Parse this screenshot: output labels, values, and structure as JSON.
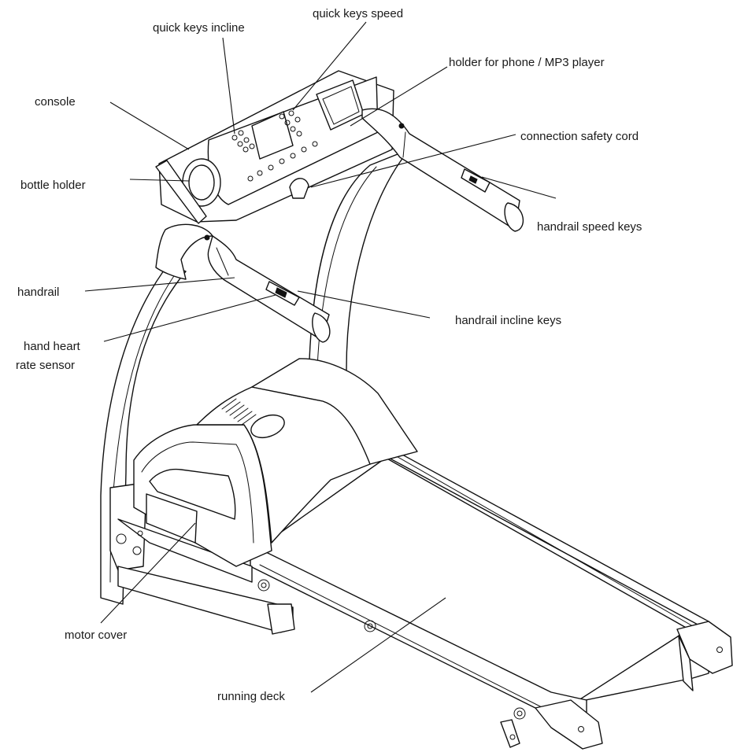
{
  "labels": {
    "quick_keys_incline": "quick keys incline",
    "quick_keys_speed": "quick keys speed",
    "holder_phone": "holder for phone / MP3 player",
    "console": "console",
    "connection_safety_cord": "connection safety cord",
    "bottle_holder": "bottle holder",
    "handrail_speed_keys": "handrail speed keys",
    "handrail": "handrail",
    "handrail_incline_keys": "handrail incline keys",
    "hand_heart_rate_sensor_line1": "hand heart",
    "hand_heart_rate_sensor_line2": "rate sensor",
    "motor_cover": "motor cover",
    "running_deck": "running deck"
  },
  "colors": {
    "line": "#111111",
    "text": "#1a1a1a",
    "background": "#ffffff"
  }
}
